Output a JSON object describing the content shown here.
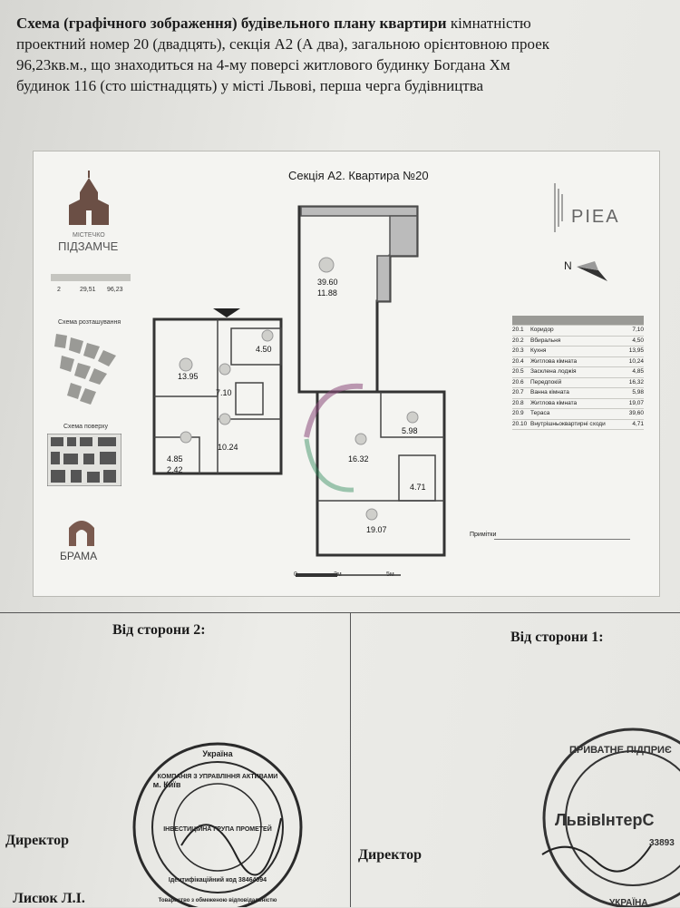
{
  "header": {
    "line1_bold": "Схема (графічного зображення) будівельного плану квартири",
    "line1_rest": " кімнатністю",
    "line2": "проектний номер 20 (двадцять), секція А2 (А два), загальною орієнтовною проек",
    "line3": "96,23кв.м., що знаходиться на 4-му поверсі житлового будинку Богдана Хм",
    "line4": "будинок 116 (сто шістнадцять) у місті Львові, перша черга будівництва"
  },
  "plan": {
    "title": "Секція А2. Квартира №20",
    "brand_left": "МІСТЕЧКО",
    "brand_left2": "ПІДЗАМЧЕ",
    "brand_right": "PIEA",
    "north": "N",
    "info_row": [
      "2",
      "29,51",
      "96,23"
    ],
    "scheme_location": "Схема розташування",
    "scheme_floor": "Схема поверху",
    "brama": "БРАМА",
    "notes_label": "Примітки",
    "scale": [
      "0",
      "2м",
      "5м"
    ],
    "rooms": {
      "terrace": "39.60",
      "terrace2": "11.88",
      "kitchen": "13.95",
      "bathroom": "4.50",
      "corridor": "7.10",
      "room1": "10.24",
      "loggia": "4.85",
      "loggia2": "2.42",
      "hall": "16.32",
      "bath2": "5.98",
      "stairs": "4.71",
      "room2": "19.07"
    }
  },
  "legend": {
    "rows": [
      {
        "code": "20.1",
        "name": "Коридор",
        "area": "7,10"
      },
      {
        "code": "20.2",
        "name": "Вбиральня",
        "area": "4,50"
      },
      {
        "code": "20.3",
        "name": "Кухня",
        "area": "13,95"
      },
      {
        "code": "20.4",
        "name": "Житлова кімната",
        "area": "10,24"
      },
      {
        "code": "20.5",
        "name": "Засклена лоджія",
        "area": "4,85"
      },
      {
        "code": "20.6",
        "name": "Передпокій",
        "area": "16,32"
      },
      {
        "code": "20.7",
        "name": "Ванна кімната",
        "area": "5,98"
      },
      {
        "code": "20.8",
        "name": "Житлова кімната",
        "area": "19,07"
      },
      {
        "code": "20.9",
        "name": "Тераса",
        "area": "39,60"
      },
      {
        "code": "20.10",
        "name": "Внутрішньоквартирні сходи",
        "area": "4,71"
      }
    ]
  },
  "signatures": {
    "left_label": "Від сторони 2:",
    "right_label": "Від сторони 1:",
    "director": "Директор",
    "left_name": "Лисюк Л.І.",
    "stamp_left": [
      "м. Київ",
      "Україна",
      "Товариство з обмеженою відповідальністю",
      "КОМПАНІЯ З УПРАВЛІННЯ АКТИВАМИ",
      "ІНВЕСТИЦІЙНА ГРУПА ПРОМЕТЕЙ",
      "Ідентифікаційний код 38464094"
    ],
    "stamp_right": [
      "ПРИВАТНЕ ПІДПРИЄ",
      "ЛьвівІнтерС",
      "УКРАЇНА",
      "33893"
    ]
  }
}
